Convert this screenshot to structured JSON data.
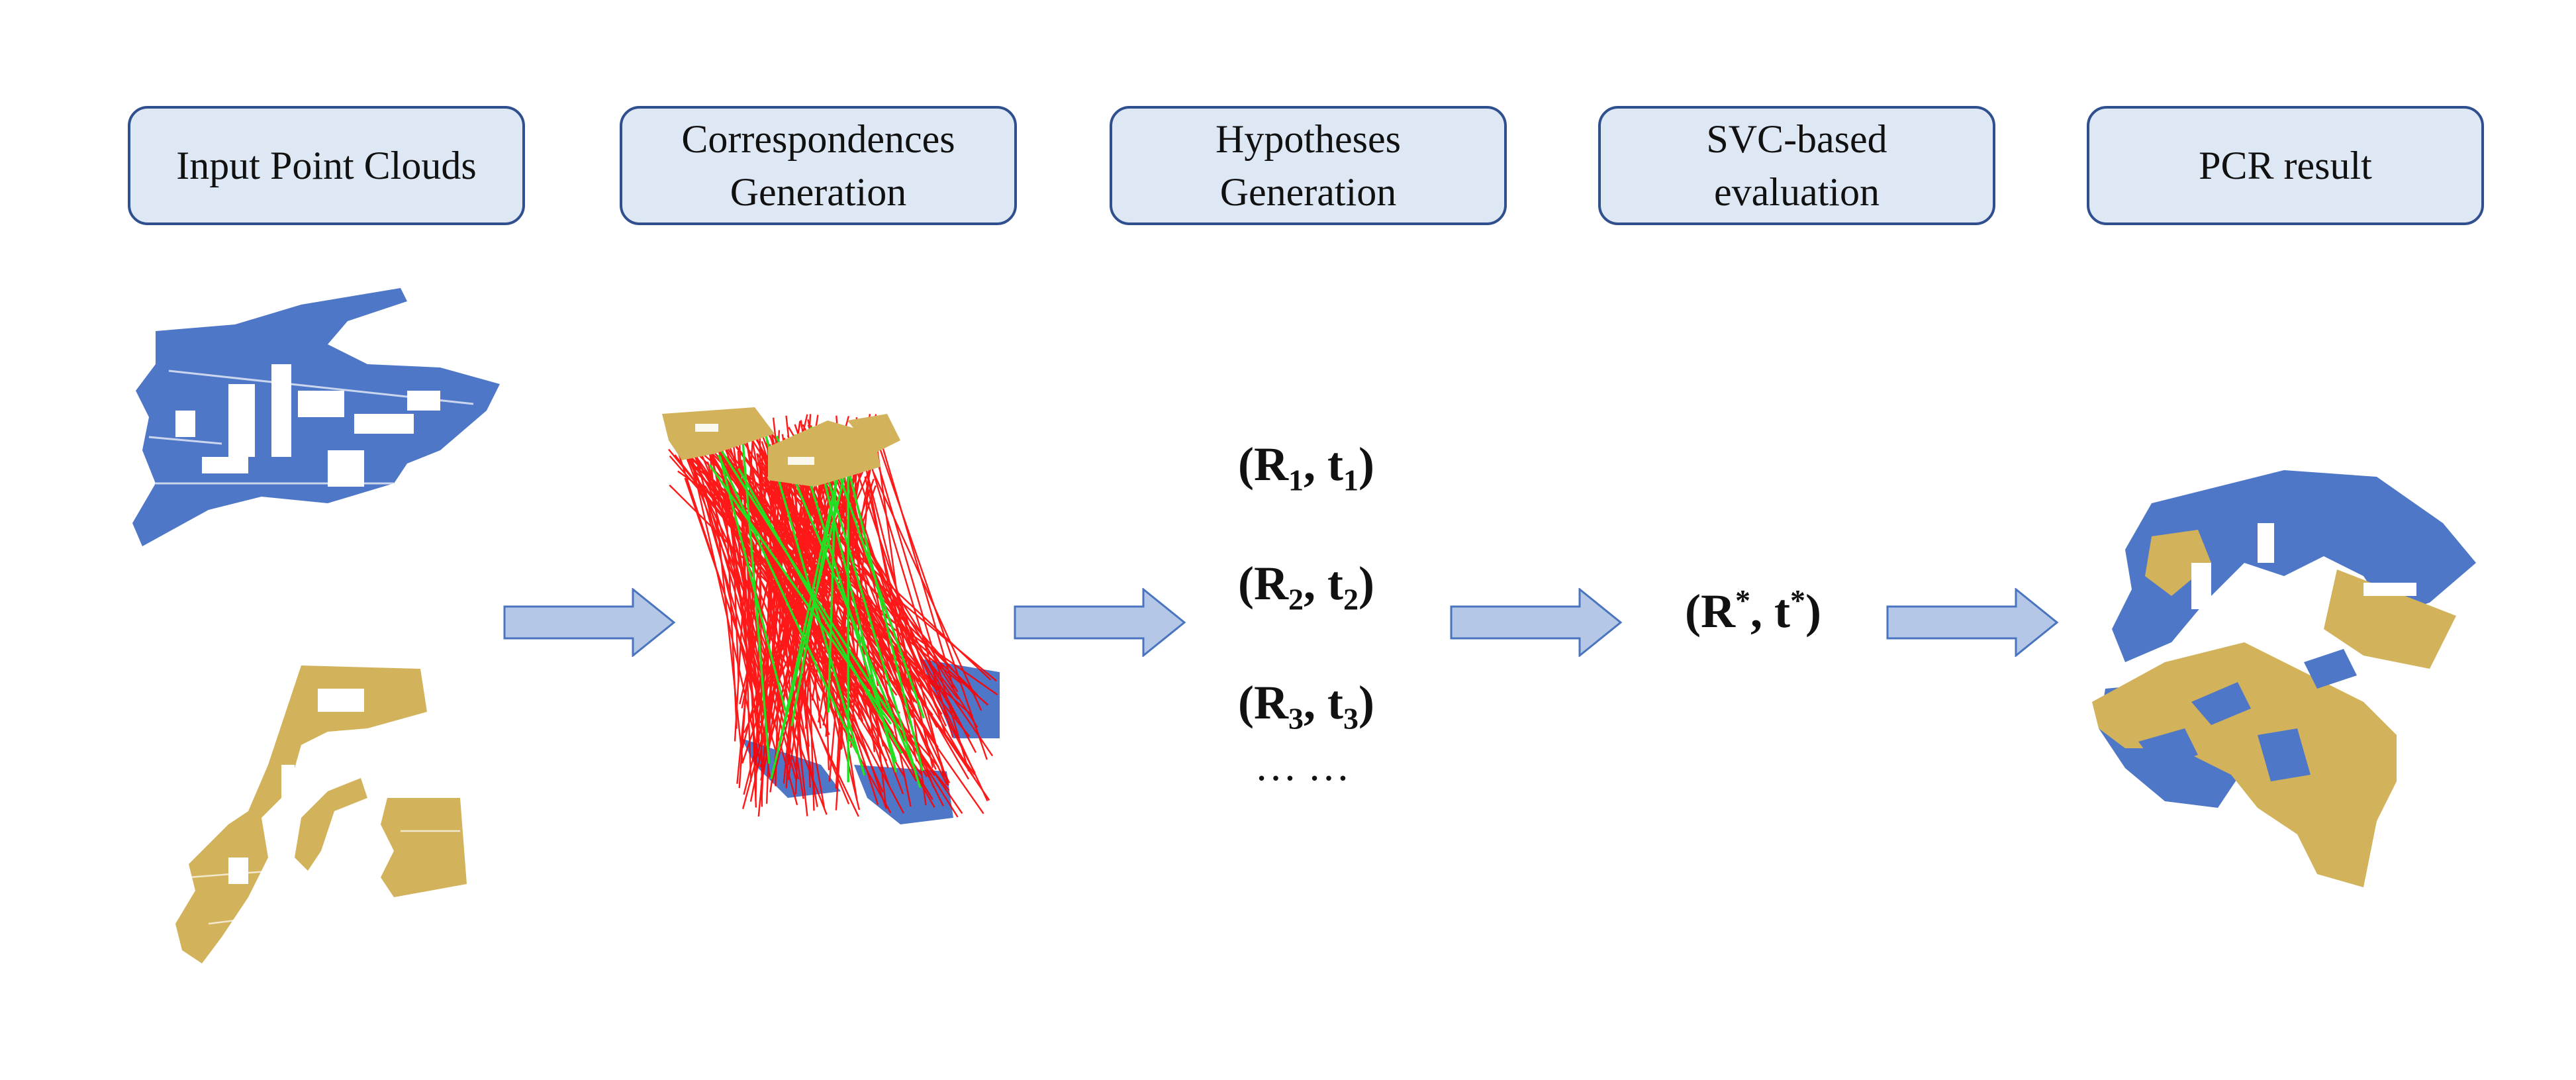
{
  "stages": [
    {
      "lines": [
        "Input Point Clouds"
      ]
    },
    {
      "lines": [
        "Correspondences",
        "Generation"
      ]
    },
    {
      "lines": [
        "Hypotheses",
        "Generation"
      ]
    },
    {
      "lines": [
        "SVC-based",
        "evaluation"
      ]
    },
    {
      "lines": [
        "PCR result"
      ]
    }
  ],
  "hypotheses": [
    {
      "R": "R",
      "r_sub": "1",
      "t": "t",
      "t_sub": "1"
    },
    {
      "R": "R",
      "r_sub": "2",
      "t": "t",
      "t_sub": "2"
    },
    {
      "R": "R",
      "r_sub": "3",
      "t": "t",
      "t_sub": "3"
    }
  ],
  "ellipsis": "… …",
  "best": {
    "R": "R",
    "r_sup": "*",
    "t": "t",
    "t_sup": "*"
  },
  "colors": {
    "source_cloud": "#4f77c8",
    "target_cloud": "#d2b35c",
    "outlier_line": "#ff0000",
    "inlier_line": "#22e022",
    "box_fill": "#dde8f4",
    "box_border": "#2f4f8f",
    "arrow_fill": "#b4c7e7",
    "arrow_stroke": "#4a74c0"
  }
}
